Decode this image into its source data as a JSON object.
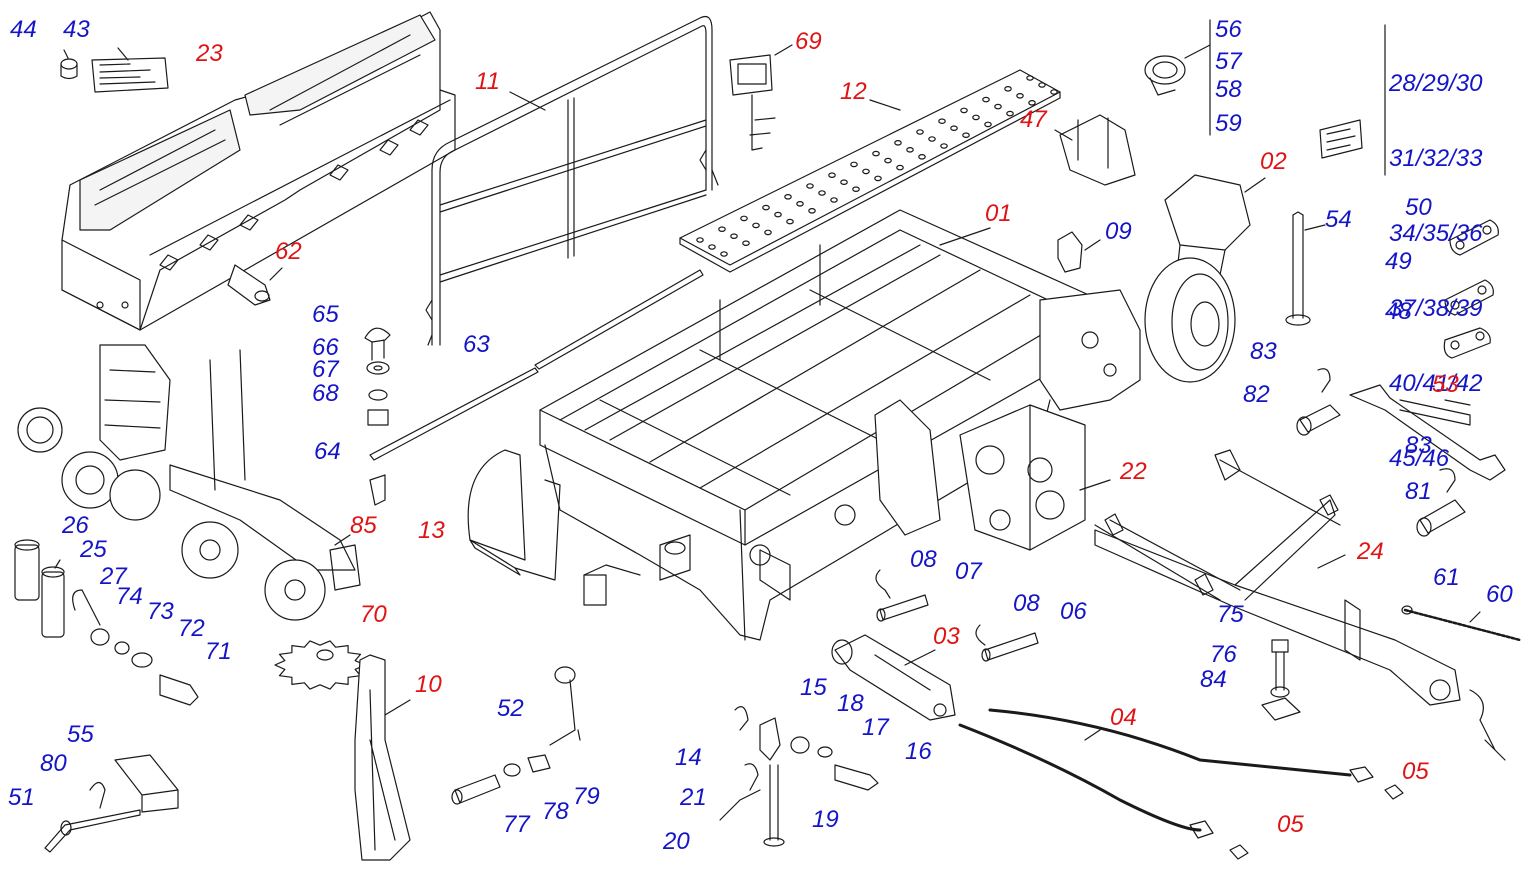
{
  "colors": {
    "blue_label": "#1515c8",
    "red_label": "#e01414",
    "line": "#1a1a1a"
  },
  "labels": {
    "p01": "01",
    "p02": "02",
    "p03": "03",
    "p04": "04",
    "p05a": "05",
    "p05b": "05",
    "p06": "06",
    "p07": "07",
    "p08a": "08",
    "p08b": "08",
    "p09": "09",
    "p10": "10",
    "p11": "11",
    "p12": "12",
    "p13": "13",
    "p14": "14",
    "p15": "15",
    "p16": "16",
    "p17": "17",
    "p18": "18",
    "p19": "19",
    "p20": "20",
    "p21": "21",
    "p22": "22",
    "p23": "23",
    "p24": "24",
    "p25": "25",
    "p26": "26",
    "p27": "27",
    "p43": "43",
    "p44": "44",
    "p47": "47",
    "p48": "48",
    "p49": "49",
    "p50": "50",
    "p51": "51",
    "p52": "52",
    "p53": "53",
    "p54": "54",
    "p55": "55",
    "p56": "56",
    "p57": "57",
    "p58": "58",
    "p59": "59",
    "p60": "60",
    "p61": "61",
    "p62": "62",
    "p63": "63",
    "p64": "64",
    "p65": "65",
    "p66": "66",
    "p67": "67",
    "p68": "68",
    "p69": "69",
    "p70": "70",
    "p71": "71",
    "p72": "72",
    "p73": "73",
    "p74": "74",
    "p75": "75",
    "p76": "76",
    "p77": "77",
    "p78": "78",
    "p79": "79",
    "p80": "80",
    "p81": "81",
    "p82": "82",
    "p83a": "83",
    "p83b": "83",
    "p84": "84",
    "p85": "85"
  },
  "decal_group": [
    "28/29/30",
    "31/32/33",
    "34/35/36",
    "37/38/39",
    "40/41/42",
    "45/46"
  ]
}
